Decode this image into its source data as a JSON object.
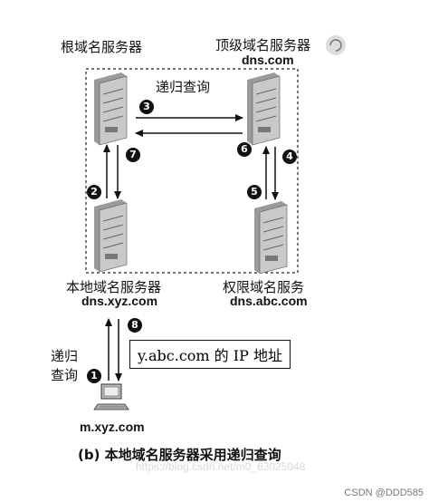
{
  "labels": {
    "root": "根域名服务器",
    "tld": "顶级域名服务器",
    "tld_host": "dns.com",
    "recursive_top": "递归查询",
    "local": "本地域名服务器",
    "local_host": "dns.xyz.com",
    "auth": "权限域名服务",
    "auth_host": "dns.abc.com",
    "answer_box": "y.abc.com 的 IP 地址",
    "recursive_left_1": "递归",
    "recursive_left_2": "查询",
    "client_host": "m.xyz.com",
    "caption": "(b) 本地域名服务器采用递归查询",
    "watermark": "https://blog.csdn.net/m0_63025048",
    "corner_credit": "CSDN @DDD585"
  },
  "steps": [
    "1",
    "2",
    "3",
    "4",
    "5",
    "6",
    "7",
    "8"
  ],
  "colors": {
    "ink": "#111111",
    "server_body": "#c9c9c9",
    "server_dark": "#8a8a8a",
    "dashed": "#222222"
  }
}
